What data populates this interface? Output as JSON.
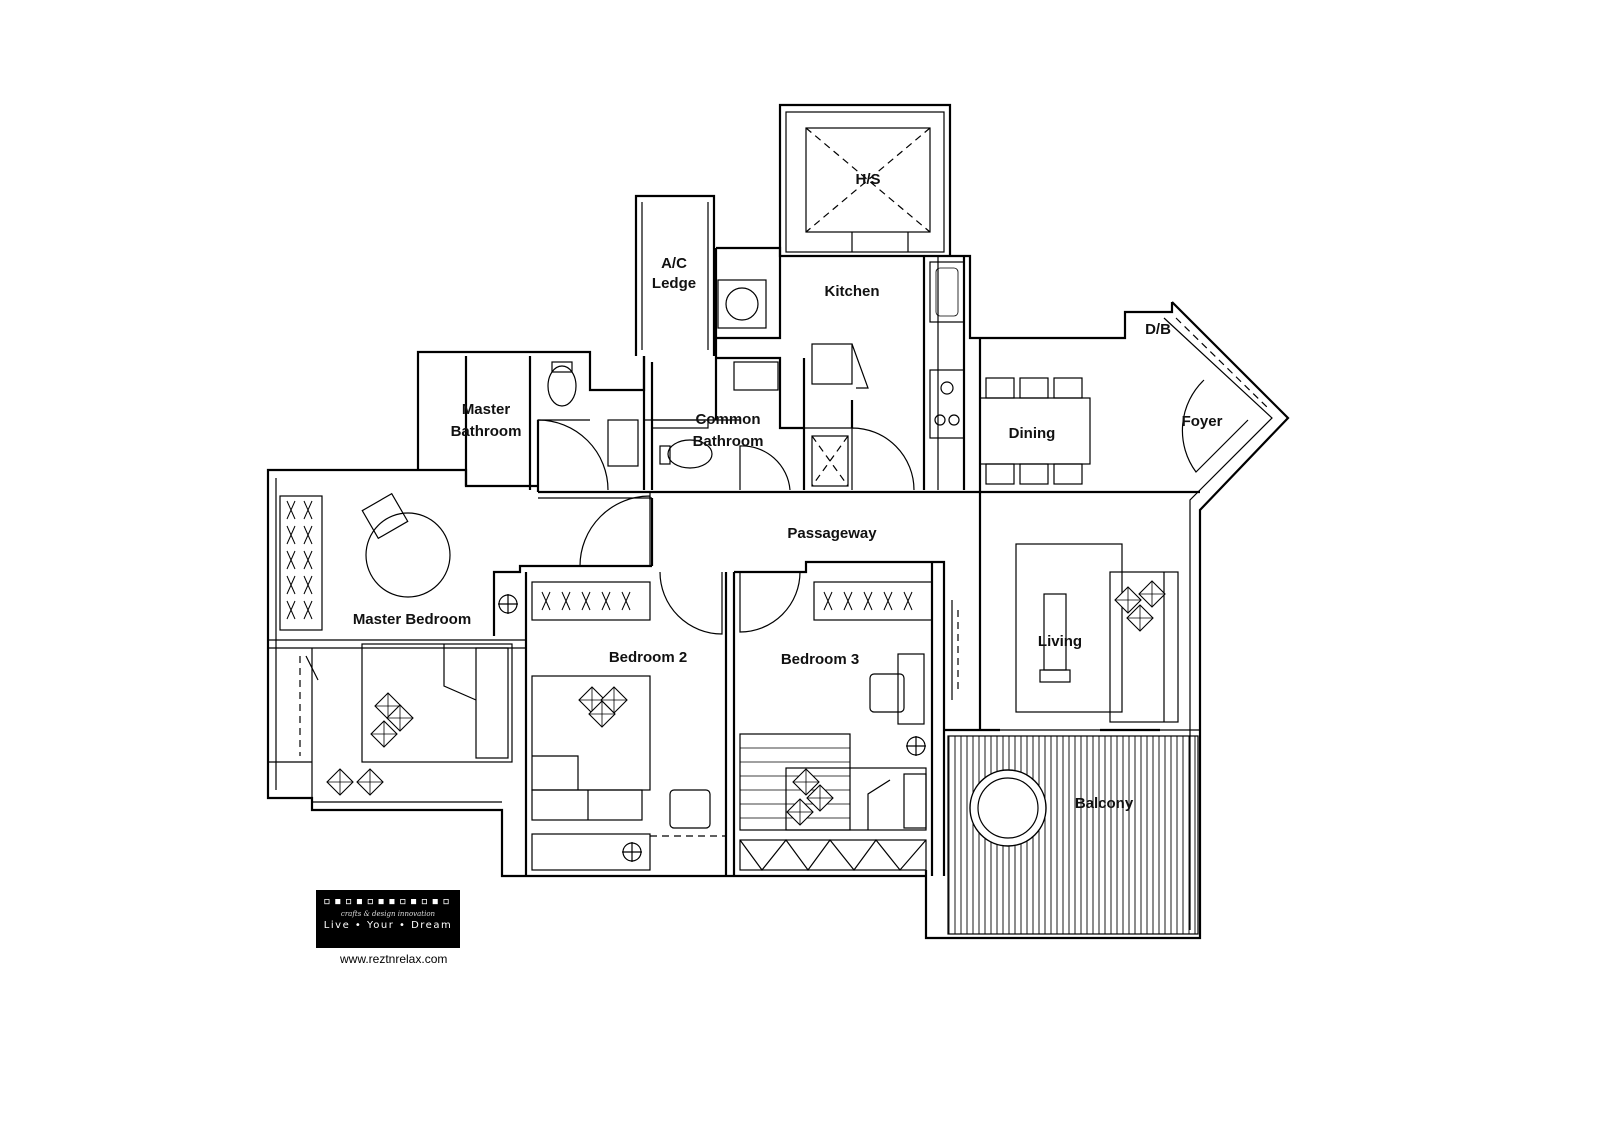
{
  "rooms": {
    "hs": "H/S",
    "ac_ledge_line1": "A/C",
    "ac_ledge_line2": "Ledge",
    "kitchen": "Kitchen",
    "db": "D/B",
    "master_bathroom_line1": "Master",
    "master_bathroom_line2": "Bathroom",
    "common_bathroom_line1": "Common",
    "common_bathroom_line2": "Bathroom",
    "dining": "Dining",
    "foyer": "Foyer",
    "passageway": "Passageway",
    "master_bedroom": "Master Bedroom",
    "bedroom2": "Bedroom 2",
    "bedroom3": "Bedroom 3",
    "living": "Living",
    "balcony": "Balcony"
  },
  "logo": {
    "dots": "▫▪▫▪▫▪▪▫▪▫▪▫",
    "script": "crafts & design innovation",
    "tagline": "Live • Your • Dream"
  },
  "website": "www.reztnrelax.com"
}
